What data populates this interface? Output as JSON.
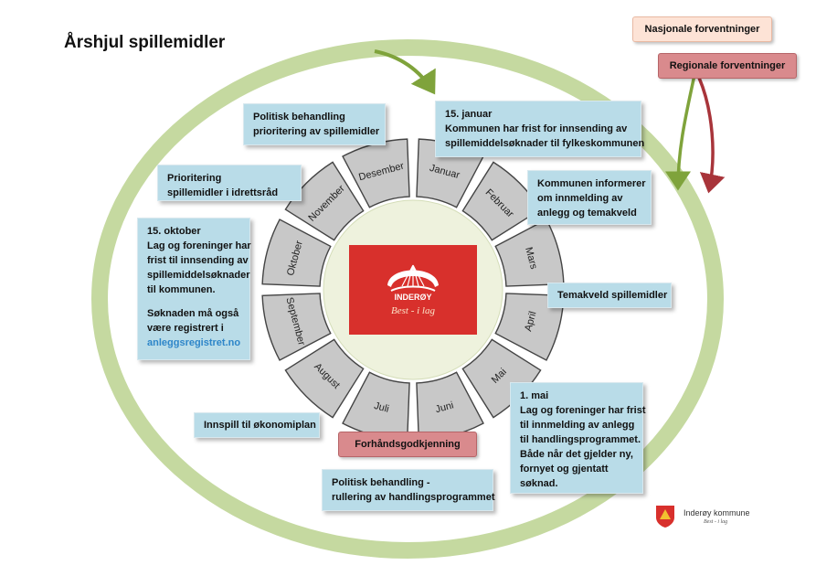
{
  "title": "Årshjul spillemidler",
  "months": [
    "Januar",
    "Februar",
    "Mars",
    "April",
    "Mai",
    "Juni",
    "Juli",
    "August",
    "September",
    "Oktober",
    "November",
    "Desember"
  ],
  "top_labels": {
    "nasjonale": "Nasjonale forventninger",
    "regionale": "Regionale forventninger"
  },
  "boxes": {
    "januar": [
      "15. januar",
      "Kommunen har frist for innsending av",
      "spillemiddelsøknader til fylkeskommunen"
    ],
    "informerer": [
      "Kommunen informerer",
      "om innmelding av",
      "anlegg og temakveld"
    ],
    "temakveld": [
      "Temakveld spillemidler"
    ],
    "mai": [
      "1. mai",
      "Lag og foreninger har frist",
      "til innmelding av anlegg",
      "til handlingsprogrammet.",
      "Både når det gjelder ny,",
      "fornyet og gjentatt",
      "søknad."
    ],
    "rullering": [
      "Politisk behandling -",
      "rullering av handlingsprogrammet"
    ],
    "okonomiplan": [
      "Innspill til økonomiplan"
    ],
    "oktober": [
      "15. oktober",
      "Lag og foreninger har",
      "frist til innsending av",
      "spillemiddelsøknader",
      "til kommunen."
    ],
    "oktober_extra": [
      "Søknaden må også",
      "være registrert i"
    ],
    "oktober_link": "anleggsregistret.no",
    "idrettsrad": [
      "Prioritering",
      "spillemidler i idrettsråd"
    ],
    "politisk_prioritering": [
      "Politisk behandling",
      "prioritering av spillemidler"
    ]
  },
  "forhandsgodkjenning": "Forhåndsgodkjenning",
  "center": {
    "brand_name": "INDERØY",
    "slogan": "Best - i lag"
  },
  "footer_logo": {
    "name": "Inderøy kommune",
    "tagline": "Best - i lag"
  },
  "colors": {
    "ring_green": "#c5d9a0",
    "month_segment": "#c8c8c8",
    "month_hub": "#eef2dd",
    "box_blue": "#b9dce8",
    "pink_light": "#fde3d6",
    "pink_dark": "#d98a8d",
    "center_red": "#d8302c",
    "arrow_green": "#7fa33b",
    "arrow_red": "#a8343a"
  }
}
